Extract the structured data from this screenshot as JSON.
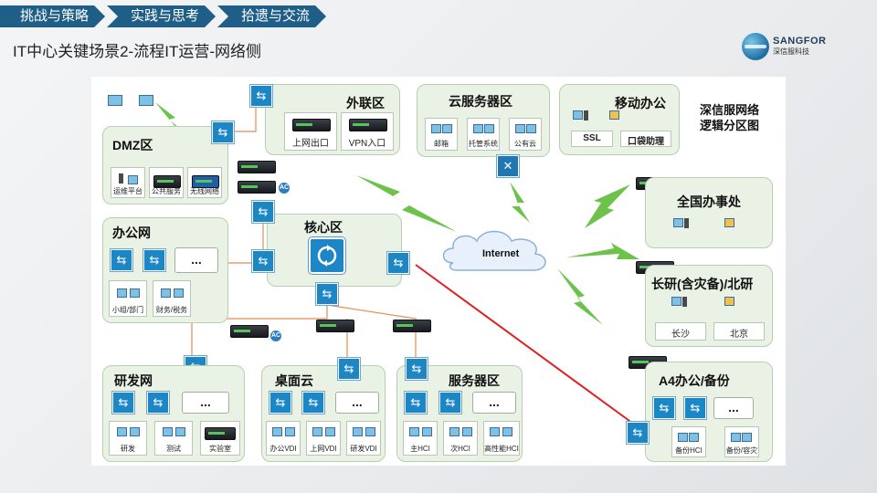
{
  "nav": {
    "crumbs": [
      "挑战与策略",
      "实践与思考",
      "拾遗与交流"
    ]
  },
  "title": "IT中心关键场景2-流程IT运营-网络侧",
  "logo": {
    "name": "SANGFOR",
    "sub": "深信服科技"
  },
  "legend_title": [
    "深信服网络",
    "逻辑分区图"
  ],
  "zones": {
    "dmz": {
      "label": "DMZ区",
      "hosts": [
        "运维平台",
        "公共服务",
        "无线网络"
      ]
    },
    "office": {
      "label": "办公网",
      "hosts": [
        "小组/部门",
        "财务/税务"
      ],
      "dots": "..."
    },
    "external": {
      "label": "外联区",
      "hosts": [
        "上网出口",
        "VPN入口"
      ]
    },
    "cloud_service": {
      "label": "云服务器区",
      "hosts": [
        "邮箱",
        "托管系统",
        "公有云"
      ]
    },
    "mobile": {
      "label": "移动办公",
      "hosts": [
        "SSL",
        "口袋助理"
      ]
    },
    "core": {
      "label": "核心区"
    },
    "national": {
      "label": "全国办事处"
    },
    "branch": {
      "label": "长研(含灾备)/北研",
      "hosts": [
        "长沙",
        "北京"
      ]
    },
    "a4": {
      "label": "A4办公/备份",
      "hosts": [
        "备份HCI",
        "备份/容灾"
      ],
      "dots": "..."
    },
    "rd": {
      "label": "研发网",
      "hosts": [
        "研发",
        "测试",
        "实验室"
      ],
      "dots": "..."
    },
    "desktop": {
      "label": "桌面云",
      "hosts": [
        "办公VDI",
        "上网VDI",
        "研发VDI"
      ],
      "dots": "..."
    },
    "server": {
      "label": "服务器区",
      "hosts": [
        "主HCI",
        "次HCI",
        "高性能HCI"
      ],
      "dots": "..."
    }
  },
  "internet": "Internet",
  "colors": {
    "nav": "#1f5e86",
    "zone_fill": "#e9f2e5",
    "switch": "#1d86c4",
    "red_link": "#e02020",
    "orange_link": "#e88a4c",
    "wireless": "#6cc24a"
  }
}
